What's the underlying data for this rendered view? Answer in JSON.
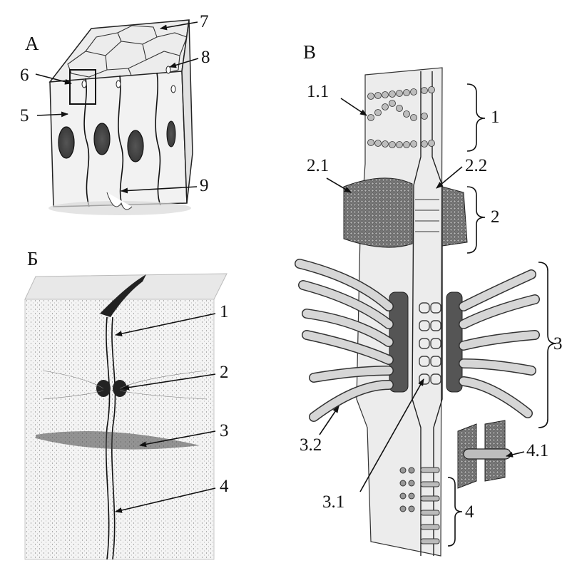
{
  "panels": {
    "a": "А",
    "b": "Б",
    "v": "В"
  },
  "panel_a": {
    "labels": [
      "5",
      "6",
      "7",
      "8",
      "9"
    ]
  },
  "panel_b": {
    "labels": [
      "1",
      "2",
      "3",
      "4"
    ]
  },
  "panel_v": {
    "labels": [
      "1.1",
      "1",
      "2.1",
      "2.2",
      "2",
      "3",
      "3.2",
      "3.1",
      "4",
      "4.1"
    ]
  }
}
